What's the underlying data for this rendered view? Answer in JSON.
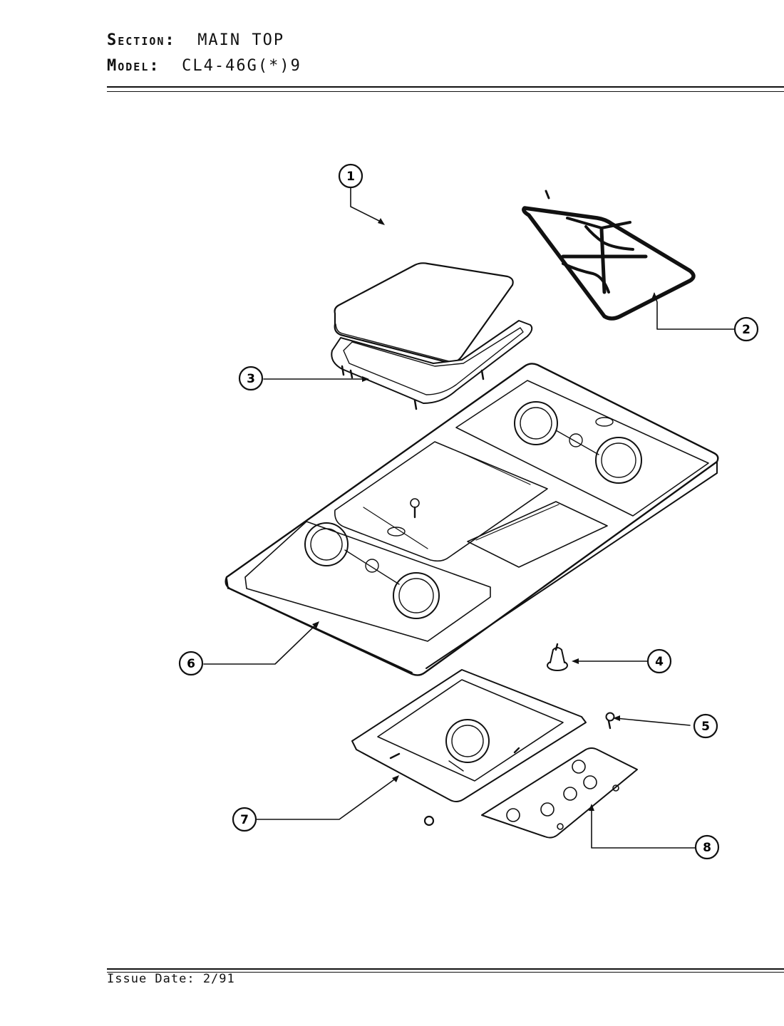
{
  "header": {
    "section_label": "Section:",
    "section_value": "MAIN TOP",
    "model_label": "Model:",
    "model_value": "CL4-46G(*)9"
  },
  "footer": {
    "issue_date": "Issue Date: 2/91"
  },
  "callouts": [
    {
      "id": "1",
      "part": "griddle-cover"
    },
    {
      "id": "2",
      "part": "burner-grate"
    },
    {
      "id": "3",
      "part": "griddle-frame"
    },
    {
      "id": "4",
      "part": "control-knob"
    },
    {
      "id": "5",
      "part": "screw"
    },
    {
      "id": "6",
      "part": "main-top"
    },
    {
      "id": "7",
      "part": "burner-box"
    },
    {
      "id": "8",
      "part": "burner-plate"
    }
  ]
}
